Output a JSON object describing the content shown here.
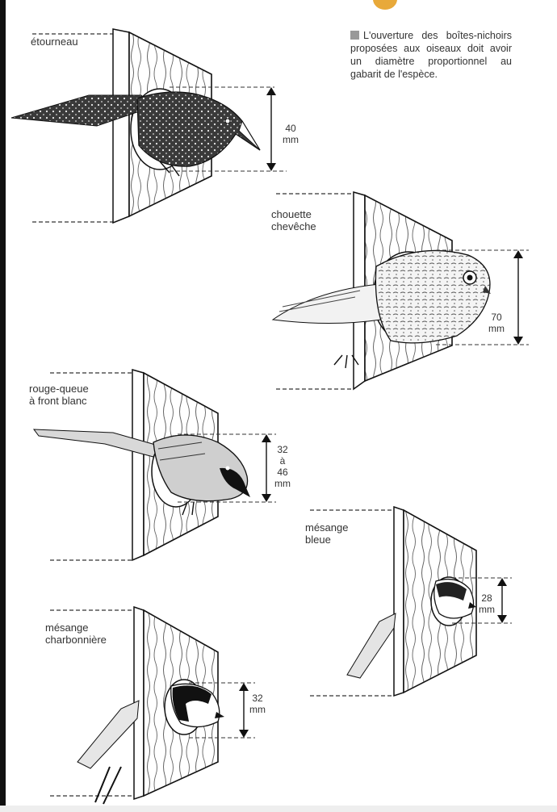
{
  "caption": "L'ouverture des boîtes-nichoirs proposées aux oiseaux doit avoir un diamètre proportionnel au gabarit de l'espèce.",
  "birds": [
    {
      "label": "étourneau",
      "measure": "40\nmm",
      "diameter_mm": 40
    },
    {
      "label": "chouette\nchevêche",
      "measure": "70\nmm",
      "diameter_mm": 70
    },
    {
      "label": "rouge-queue\nà front blanc",
      "measure": "32\nà\n46\nmm",
      "diameter_mm_range": [
        32,
        46
      ]
    },
    {
      "label": "mésange\nbleue",
      "measure": "28\nmm",
      "diameter_mm": 28
    },
    {
      "label": "mésange\ncharbonnière",
      "measure": "32\nmm",
      "diameter_mm": 32
    }
  ]
}
